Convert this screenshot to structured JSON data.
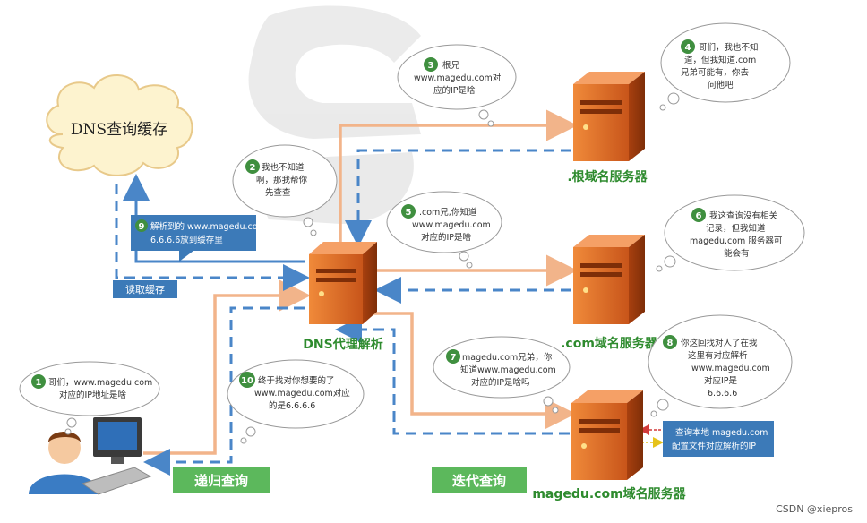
{
  "nodes": {
    "cache": "DNS查询缓存",
    "proxy": "DNS代理解析",
    "root": ".根域名服务器",
    "com": ".com域名服务器",
    "magedu": "magedu.com域名服务器"
  },
  "bubbles": [
    {
      "num": "1",
      "lines": [
        "哥们，www.magedu.com",
        "对应的IP地址是啥"
      ]
    },
    {
      "num": "2",
      "lines": [
        "我也不知道",
        "啊，那我帮你",
        "先查查"
      ]
    },
    {
      "num": "3",
      "lines": [
        "根兄",
        "www.magedu.com对",
        "应的IP是啥"
      ]
    },
    {
      "num": "4",
      "lines": [
        "哥们，我也不知",
        "道，但我知道.com",
        "兄弟可能有，你去",
        "问他吧"
      ]
    },
    {
      "num": "5",
      "lines": [
        ".com兄,你知道",
        "www.magedu.com",
        "对应的IP是啥"
      ]
    },
    {
      "num": "6",
      "lines": [
        "我这查询没有相关",
        "记录，但我知道",
        "magedu.com 服务器可",
        "能会有"
      ]
    },
    {
      "num": "7",
      "lines": [
        "magedu.com兄弟，你",
        "知道www.magedu.com",
        "对应的IP是啥吗"
      ]
    },
    {
      "num": "8",
      "lines": [
        "你这回找对人了在我",
        "这里有对应解析",
        "www.magedu.com",
        "对应IP是",
        "6.6.6.6"
      ]
    },
    {
      "num": "10",
      "lines": [
        "终于找对你想要的了",
        "www.magedu.com对应",
        "的是6.6.6.6"
      ]
    }
  ],
  "info_boxes": {
    "box9_num": "9",
    "box9_lines": [
      "解析到的 www.magedu.com",
      "6.6.6.6放到缓存里"
    ],
    "read_cache": "读取缓存",
    "local_lines": [
      "查询本地  magedu.com",
      "配置文件对应解析的IP"
    ]
  },
  "tags": {
    "recursive": "递归查询",
    "iterative": "迭代查询"
  },
  "watermark": "CSDN @xiepros",
  "colors": {
    "orange": "#f2b48a",
    "blue_dash": "#4a86c8",
    "green": "#2e8b2e",
    "tag_green": "#5cb85c",
    "box_blue": "#3c7ab8"
  }
}
